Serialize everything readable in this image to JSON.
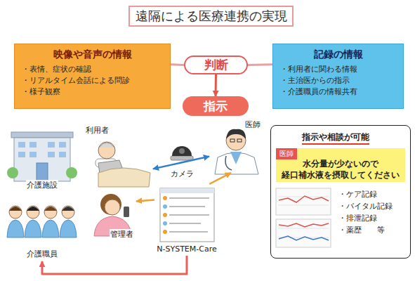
{
  "diagram": {
    "nodes": [
      {
        "text": [
          "遠隔による医療連携の実現"
        ]
      },
      {
        "text": [
          "映像や音声の情報",
          "・表情、症状の確認",
          "・リアルタイム会話による問診",
          "・様子観察"
        ]
      },
      {
        "text": [
          "判断"
        ]
      },
      {
        "text": [
          "記録の情報",
          "・利用者に関わる情報",
          "・主治医からの指示",
          "・介護職員の情報共有"
        ]
      },
      {
        "text": [
          "指示"
        ]
      },
      {
        "text": [
          "介護施設"
        ]
      },
      {
        "text": [
          "利用者"
        ]
      },
      {
        "text": [
          "カメラ"
        ]
      },
      {
        "text": [
          "医師"
        ]
      },
      {
        "text": [
          "管理者"
        ]
      },
      {
        "text": [
          "介護職員"
        ]
      },
      {
        "text": [
          "N-SYSTEM-Care"
        ]
      },
      {
        "text": [
          "指示や相談が可能",
          "・ケア記録",
          "・バイタル記録",
          "・排泄記録",
          "・薬歴　　等"
        ]
      },
      {
        "text": [
          "医師",
          "水分量が少ないので 経口補水液を摂取してください"
        ],
        "in": 12
      }
    ],
    "edges": [
      {
        "from": 1,
        "to": 2,
        "arrow": "none"
      },
      {
        "from": 3,
        "to": 2,
        "arrow": "none"
      },
      {
        "from": 2,
        "to": 4,
        "arrow": "to"
      },
      {
        "from": 6,
        "to": 8,
        "arrow": "both"
      },
      {
        "from": 11,
        "to": 9,
        "arrow": "to"
      },
      {
        "from": 11,
        "to": 8,
        "arrow": "to"
      },
      {
        "from": 11,
        "to": 10,
        "arrow": "to"
      }
    ]
  }
}
